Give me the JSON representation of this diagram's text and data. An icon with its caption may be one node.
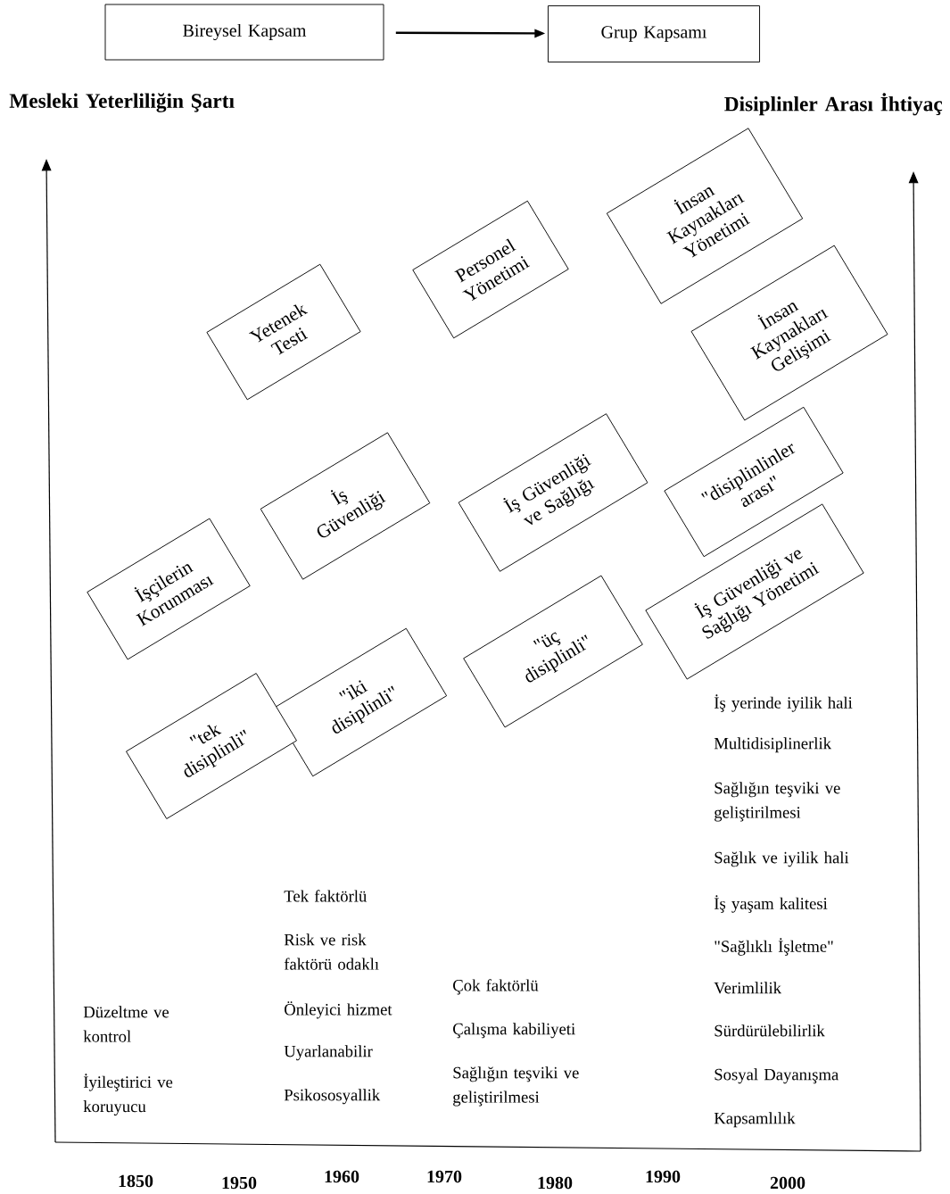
{
  "diagram": {
    "nodes": [
      {
        "text": [
          "Bireysel Kapsam"
        ]
      },
      {
        "text": [
          "Grup Kapsamı"
        ]
      },
      {
        "text": [
          "İnsan Kaynakları Yönetimi"
        ]
      },
      {
        "text": [
          "Personel Yönetimi"
        ]
      },
      {
        "text": [
          "İnsan Kaynakları Gelişimi"
        ]
      },
      {
        "text": [
          "Yetenek Testi"
        ]
      },
      {
        "text": [
          "\"disiplinlinler arası\""
        ]
      },
      {
        "text": [
          "İş Güvenliği ve Sağlığı"
        ]
      },
      {
        "text": [
          "İş Güvenliği"
        ]
      },
      {
        "text": [
          "İş Güvenliği ve Sağlığı Yönetimi"
        ]
      },
      {
        "text": [
          "İşçilerin Korunması"
        ]
      },
      {
        "text": [
          "\"üç disiplinli\""
        ]
      },
      {
        "text": [
          "\"iki disiplinli\""
        ]
      },
      {
        "text": [
          "\"tek disiplinli\""
        ]
      }
    ],
    "edges": [
      {
        "from": 0,
        "to": 1,
        "arrow": "to"
      }
    ],
    "labels": [
      "Mesleki Yeterliliğin Şartı",
      "Disiplinler Arası İhtiyaç",
      "İş yerinde iyilik hali",
      "Multidisiplinerlik",
      "Sağlığın teşviki ve geliştirilmesi",
      "Sağlık ve iyilik hali",
      "Tek faktörlü",
      "İş yaşam kalitesi",
      "Risk ve risk faktörü odaklı",
      "\"Sağlıklı İşletme\"",
      "Çok faktörlü",
      "Verimlilik",
      "Düzeltme ve kontrol",
      "Önleyici hizmet",
      "Çalışma kabiliyeti",
      "Sürdürülebilirlik",
      "Uyarlanabilir",
      "Sağlığın teşviki ve geliştirilmesi",
      "Sosyal Dayanışma",
      "İyileştirici ve koruyucu",
      "Psikososyallik",
      "Kapsamlılık",
      "1850",
      "1950",
      "1960",
      "1970",
      "1980",
      "1990",
      "2000"
    ]
  }
}
